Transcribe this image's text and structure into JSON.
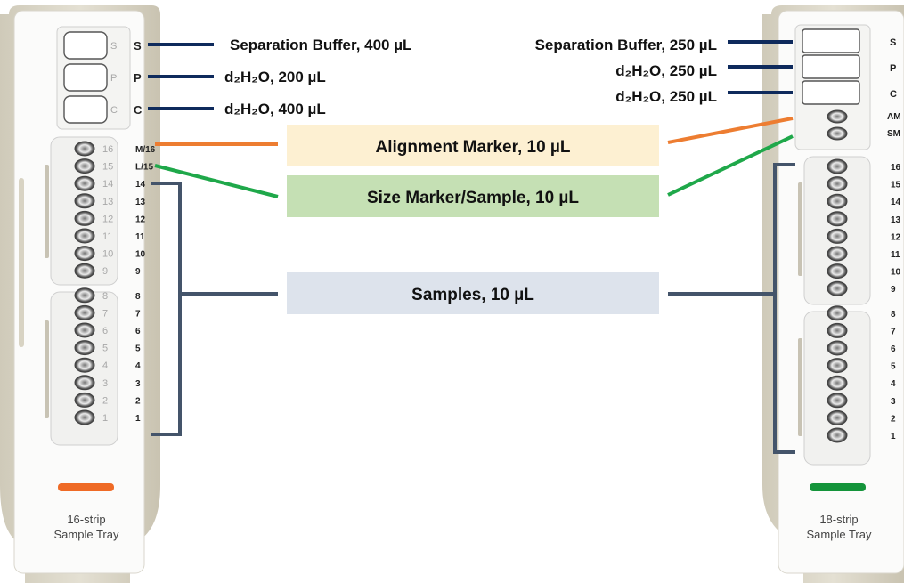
{
  "left_tray": {
    "reservoir_labels": [
      "S",
      "P",
      "C"
    ],
    "reservoir_letters": [
      "S",
      "P",
      "C"
    ],
    "reservoir_volumes": [
      "Separation Buffer, 400 µL",
      "d₂H₂O, 200 µL",
      "d₂H₂O, 400 µL"
    ],
    "well_labels": [
      "M/16",
      "L/15",
      "14",
      "13",
      "12",
      "11",
      "10",
      "9",
      "8",
      "7",
      "6",
      "5",
      "4",
      "3",
      "2",
      "1"
    ],
    "well_numbers": [
      "16",
      "15",
      "14",
      "13",
      "12",
      "11",
      "10",
      "9",
      "8",
      "7",
      "6",
      "5",
      "4",
      "3",
      "2",
      "1"
    ],
    "caption_line1": "16-strip",
    "caption_line2": "Sample Tray",
    "tab_color": "#ef6a25"
  },
  "right_tray": {
    "reservoir_labels": [
      "S",
      "P",
      "C",
      "AM",
      "SM"
    ],
    "reservoir_volumes": [
      "Separation Buffer, 250 µL",
      "d₂H₂O, 250 µL",
      "d₂H₂O, 250 µL"
    ],
    "well_labels": [
      "16",
      "15",
      "14",
      "13",
      "12",
      "11",
      "10",
      "9",
      "8",
      "7",
      "6",
      "5",
      "4",
      "3",
      "2",
      "1"
    ],
    "caption_line1": "18-strip",
    "caption_line2": "Sample Tray",
    "tab_color": "#14943a"
  },
  "callouts": {
    "alignment_marker": "Alignment Marker, 10 µL",
    "size_marker": "Size Marker/Sample, 10 µL",
    "samples": "Samples, 10 µL"
  },
  "colors": {
    "alignment_fill": "#fdf0d2",
    "alignment_line": "#ed7d31",
    "size_fill": "#c5e0b4",
    "size_line": "#1fa84a",
    "samples_fill": "#dde3ec",
    "samples_line": "#44546a",
    "reservoir_line": "#0e2a5c"
  }
}
